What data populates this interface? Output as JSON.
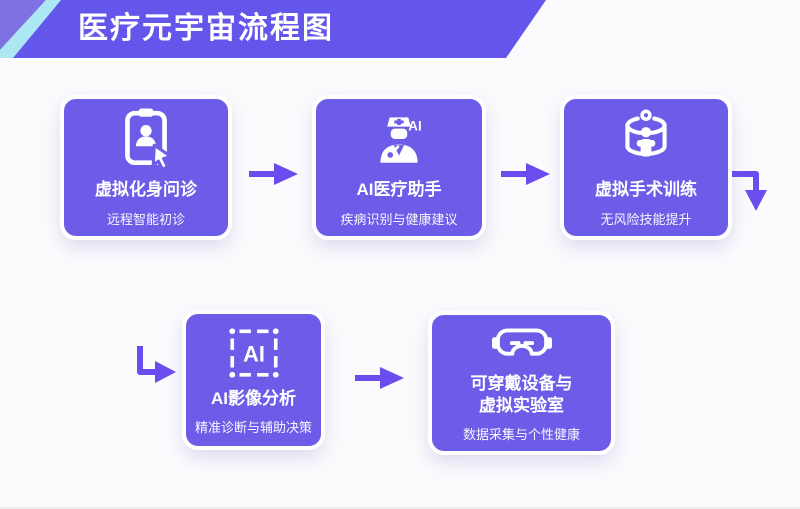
{
  "banner": {
    "title": "医疗元宇宙流程图",
    "accent_stripe_icon": "diagonal-stripe-decoration"
  },
  "colors": {
    "banner_purple": "#6456EA",
    "banner_light": "#7E71E3",
    "banner_stripe": "#ACE8F4",
    "card_purple": "#6D5CE8",
    "arrow_purple": "#6B4CEF",
    "background": "#FBFBFD",
    "text_white": "#FFFFFF"
  },
  "cards": [
    {
      "title": "虚拟化身问诊",
      "subtitle": "远程智能初诊",
      "icon": "tablet-avatar-cursor-icon"
    },
    {
      "title": "AI医疗助手",
      "subtitle": "疾病识别与健康建议",
      "icon": "ai-doctor-icon",
      "icon_label": "AI"
    },
    {
      "title": "虚拟手术训练",
      "subtitle": "无风险技能提升",
      "icon": "vr-simulation-pod-icon"
    },
    {
      "title": "AI影像分析",
      "subtitle": "精准诊断与辅助决策",
      "icon": "ai-scan-frame-icon",
      "icon_label": "AI"
    },
    {
      "title_line1": "可穿戴设备与",
      "title_line2": "虚拟实验室",
      "subtitle": "数据采集与个性健康",
      "icon": "vr-headset-icon"
    }
  ],
  "arrows": [
    {
      "icon": "arrow-right-icon",
      "from": "虚拟化身问诊",
      "to": "AI医疗助手"
    },
    {
      "icon": "arrow-right-icon",
      "from": "AI医疗助手",
      "to": "虚拟手术训练"
    },
    {
      "icon": "arrow-elbow-down-icon",
      "from": "虚拟手术训练",
      "to": "AI影像分析"
    },
    {
      "icon": "arrow-elbow-right-icon",
      "from": "虚拟手术训练",
      "to": "AI影像分析"
    },
    {
      "icon": "arrow-right-icon",
      "from": "AI影像分析",
      "to": "可穿戴设备与虚拟实验室"
    }
  ]
}
